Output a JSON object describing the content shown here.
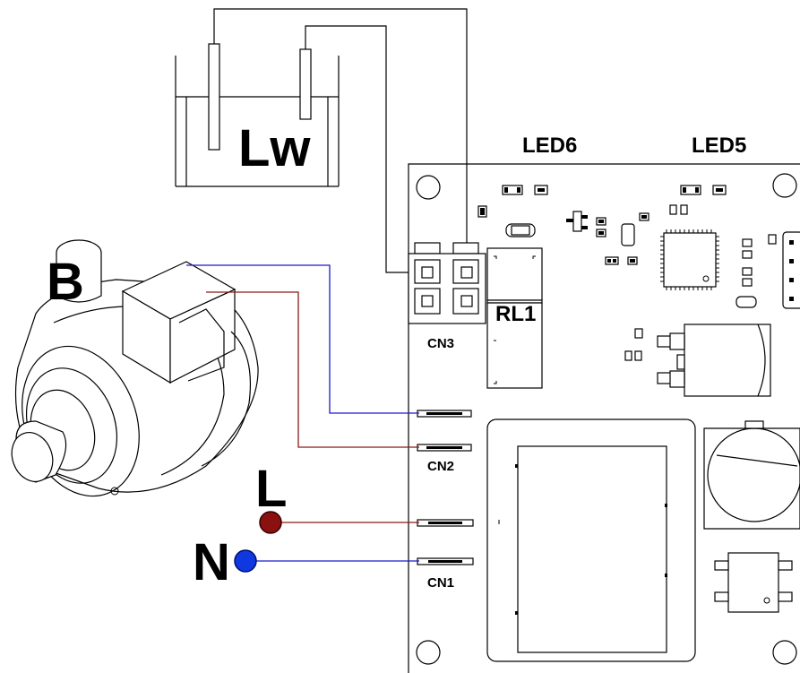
{
  "labels": {
    "level_probe": "Lw",
    "pump": "B",
    "line": "L",
    "neutral": "N",
    "led6": "LED6",
    "led5": "LED5",
    "relay": "RL1",
    "cn3": "CN3",
    "cn2": "CN2",
    "cn1": "CN1"
  },
  "colors": {
    "line_wire": "#8b1a1a",
    "neutral_wire": "#1a1acc",
    "line_dot": "#8b1111",
    "neutral_dot": "#1038e0",
    "outline": "#000000"
  }
}
